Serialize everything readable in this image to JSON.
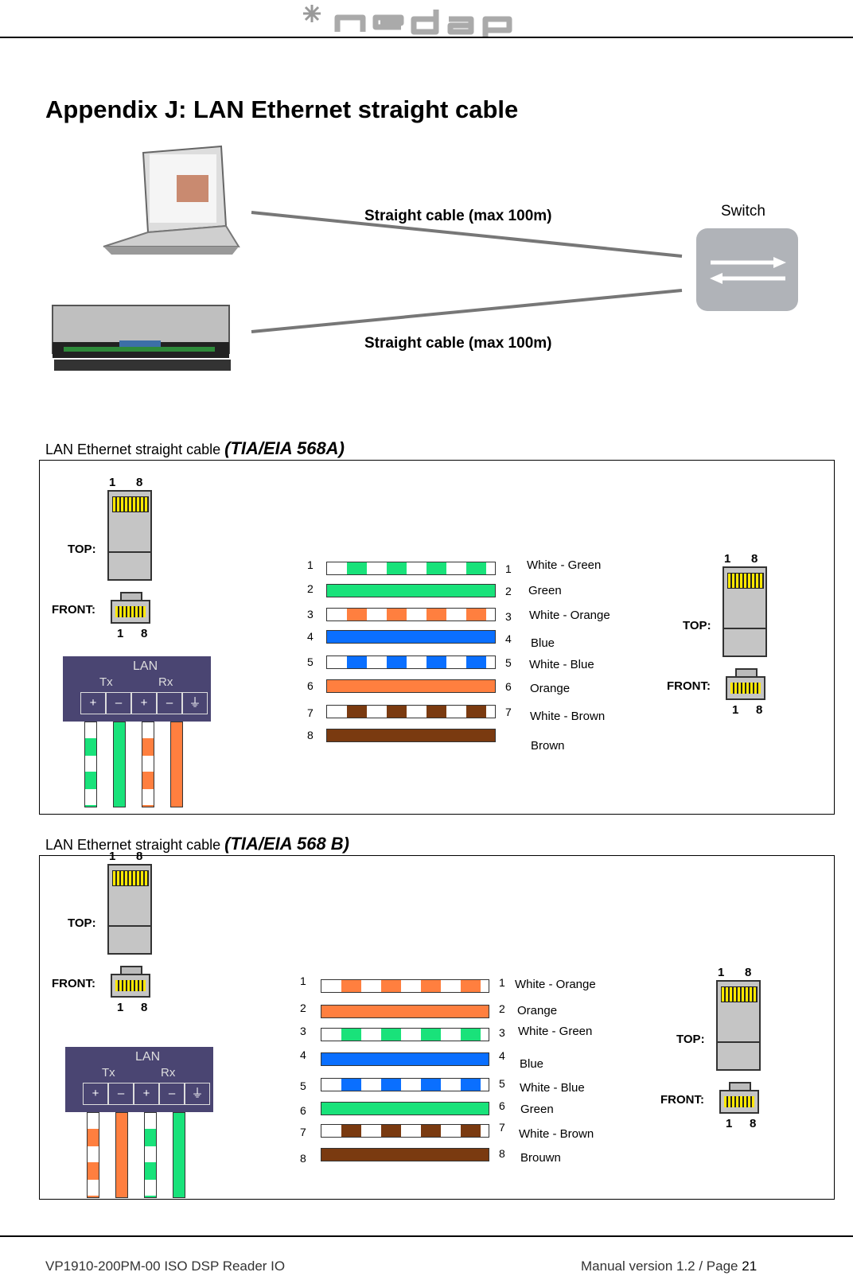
{
  "header": {
    "brand": "nedap"
  },
  "title": "Appendix J: LAN Ethernet straight cable",
  "topology": {
    "cable_top": "Straight cable (max 100m)",
    "cable_bottom": "Straight cable (max 100m)",
    "switch": "Switch"
  },
  "colors": {
    "green": "#19e27a",
    "orange": "#ff7f3f",
    "blue": "#0a6fff",
    "brown": "#7a3a10",
    "white": "#ffffff",
    "lan_panel": "#4a4572"
  },
  "connector": {
    "top": "TOP:",
    "front": "FRONT:",
    "pin_first": "1",
    "pin_last": "8"
  },
  "lan_panel": {
    "title": "LAN",
    "tx": "Tx",
    "rx": "Rx",
    "plus": "+",
    "minus": "–",
    "ground": "⏚"
  },
  "section_a": {
    "label": "LAN Ethernet straight cable ",
    "standard": "(TIA/EIA 568A)",
    "left_numbers": [
      "1",
      "2",
      "3",
      "4",
      "5",
      "6",
      "7",
      "8"
    ],
    "right_numbers": [
      "1",
      "2",
      "3",
      "4",
      "5",
      "6",
      "7"
    ],
    "wires": [
      {
        "name": "White - Green",
        "color": "green",
        "striped": true
      },
      {
        "name": "Green",
        "color": "green",
        "striped": false
      },
      {
        "name": "White - Orange",
        "color": "orange",
        "striped": true
      },
      {
        "name": "Blue",
        "color": "blue",
        "striped": false
      },
      {
        "name": "White - Blue",
        "color": "blue",
        "striped": true
      },
      {
        "name": "Orange",
        "color": "orange",
        "striped": false
      },
      {
        "name": "White - Brown",
        "color": "brown",
        "striped": true
      },
      {
        "name": "Brown",
        "color": "brown",
        "striped": false
      }
    ]
  },
  "section_b": {
    "label": "LAN Ethernet straight cable ",
    "standard": "(TIA/EIA 568 B)",
    "left_numbers": [
      "1",
      "2",
      "3",
      "4",
      "5",
      "6",
      "7",
      "8"
    ],
    "right_numbers": [
      "1",
      "2",
      "3",
      "4",
      "5",
      "6",
      "7",
      "8"
    ],
    "wires": [
      {
        "name": "White - Orange",
        "color": "orange",
        "striped": true
      },
      {
        "name": "Orange",
        "color": "orange",
        "striped": false
      },
      {
        "name": "White - Green",
        "color": "green",
        "striped": true
      },
      {
        "name": "Blue",
        "color": "blue",
        "striped": false
      },
      {
        "name": "White - Blue",
        "color": "blue",
        "striped": true
      },
      {
        "name": "Green",
        "color": "green",
        "striped": false
      },
      {
        "name": "White - Brown",
        "color": "brown",
        "striped": true
      },
      {
        "name": "Brouwn",
        "color": "brown",
        "striped": false
      }
    ]
  },
  "footer": {
    "doc": "VP1910-200PM-00 ISO DSP Reader IO",
    "version": "Manual version 1.2 / Page ",
    "page": "21"
  }
}
